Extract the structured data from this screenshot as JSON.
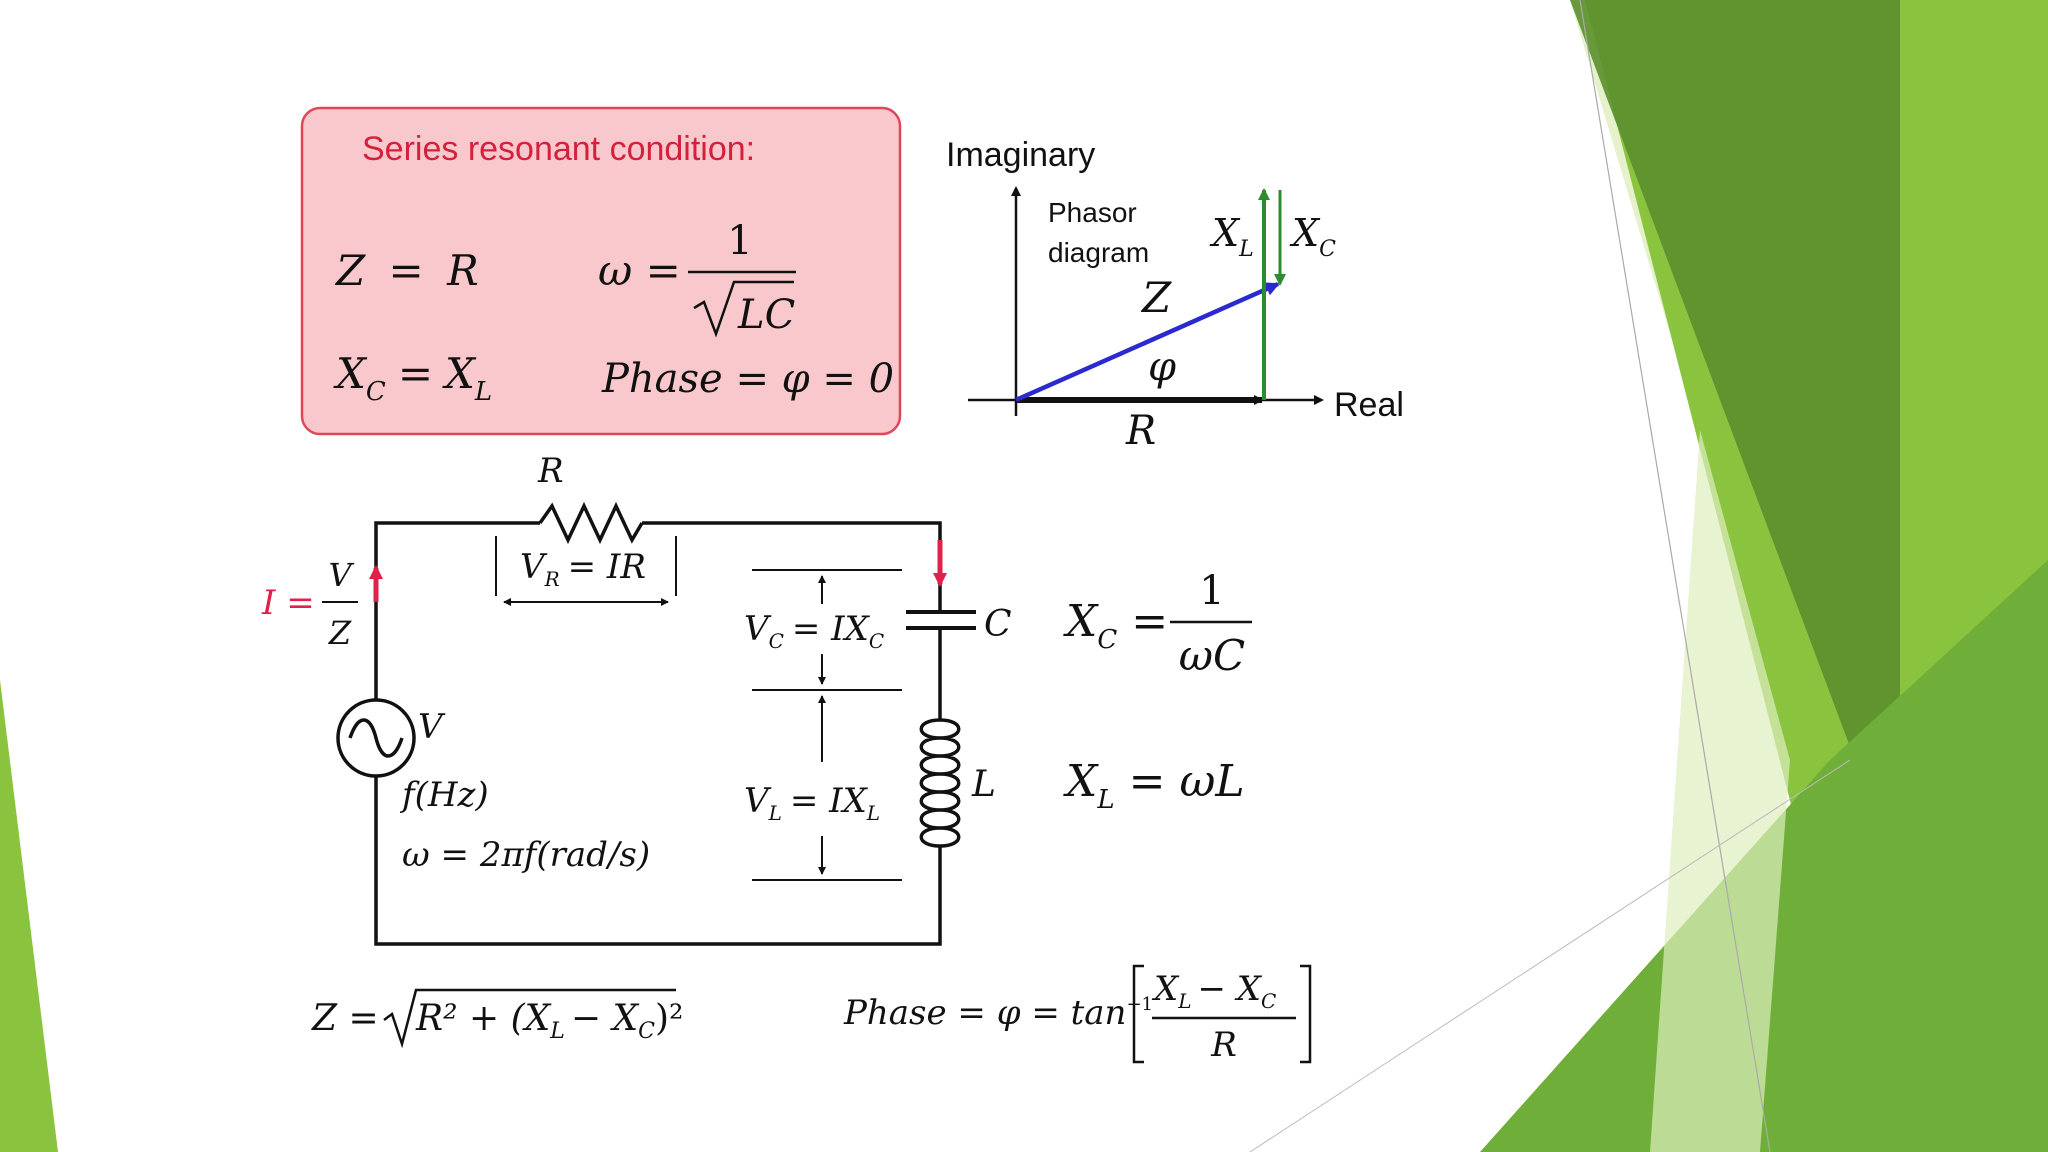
{
  "colors": {
    "accent_green_dark": "#5a8f2e",
    "accent_green": "#8ac43f",
    "accent_green_light": "#c5e08a",
    "callout_fill": "#f9c8cc",
    "callout_border": "#e0485a",
    "callout_title": "#d3213c",
    "current_arrow": "#e0224a",
    "phasor_z": "#2a2ad0",
    "phasor_x": "#2d8c2d"
  },
  "callout": {
    "title": "Series resonant condition:",
    "eq_z_lhs": "Z",
    "eq_z_op": "=",
    "eq_z_rhs": "R",
    "eq_w_lhs": "ω =",
    "eq_w_num": "1",
    "eq_w_den": "LC",
    "eq_xc_xl": "X",
    "sub_c": "C",
    "sub_l": "L",
    "eq_phase": "Phase = φ = 0"
  },
  "phasor": {
    "imaginary_label": "Imaginary",
    "real_label": "Real",
    "caption_line1": "Phasor",
    "caption_line2": "diagram",
    "z_label": "Z",
    "phi_label": "φ",
    "r_label": "R",
    "xl_label": "X",
    "xl_sub": "L",
    "xc_label": "X",
    "xc_sub": "C"
  },
  "circuit": {
    "r_label": "R",
    "vr_label": "V",
    "vr_sub": "R",
    "vr_rhs": "= IR",
    "i_label": "I =",
    "i_num": "V",
    "i_den": "Z",
    "source_label": "V",
    "freq_label": "f(Hz)",
    "omega_label": "ω = 2πf(rad/s)",
    "c_label": "C",
    "l_label": "L",
    "vc_lhs": "V",
    "vc_sub": "C",
    "vc_rhs": "= IX",
    "vc_rhs_sub": "C",
    "vl_lhs": "V",
    "vl_sub": "L",
    "vl_rhs": "= IX",
    "vl_rhs_sub": "L"
  },
  "formulas": {
    "xc_lhs": "X",
    "xc_sub": "C",
    "xc_eq": "=",
    "xc_num": "1",
    "xc_den": "ωC",
    "xl_lhs": "X",
    "xl_sub": "L",
    "xl_rhs": "= ωL",
    "z_lhs": "Z =",
    "z_rad": "R² + (X",
    "z_sub_l": "L",
    "z_minus": "− X",
    "z_sub_c": "C",
    "z_close": ")²",
    "phase_lhs": "Phase = φ = tan",
    "phase_exp": "−1",
    "phase_num": "X",
    "phase_num_sub_l": "L",
    "phase_num_minus": "− X",
    "phase_num_sub_c": "C",
    "phase_den": "R"
  }
}
